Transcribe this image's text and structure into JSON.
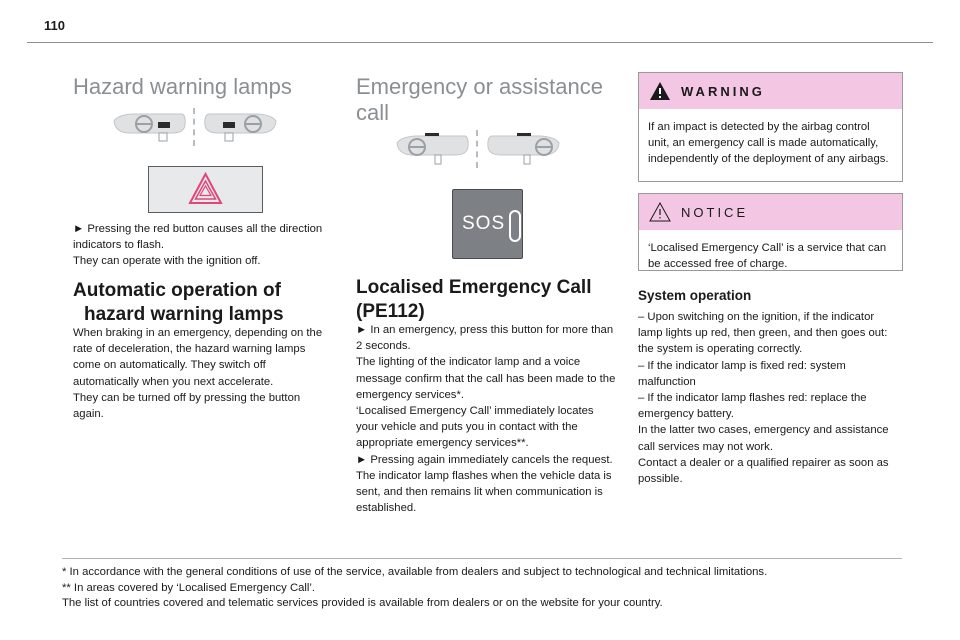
{
  "page": {
    "number": "110"
  },
  "hazard": {
    "title": "Hazard warning lamps",
    "body": [
      "► Pressing the red button causes all the direction indicators to flash.",
      "They can operate with the ignition off."
    ],
    "auto_title_1": "Automatic operation of",
    "auto_title_2": "hazard warning lamps",
    "auto_body": [
      "When braking in an emergency, depending on the rate of deceleration, the hazard warning lamps come on automatically. They switch off automatically when you next accelerate.",
      "They can be turned off by pressing the button again."
    ]
  },
  "emergency": {
    "title_1": "Emergency or assistance",
    "title_2": "call",
    "sos_label": "SOS",
    "local_title_1": "Localised Emergency Call",
    "local_title_2": "(PE112)",
    "body": [
      "► In an emergency, press this button for more than 2 seconds.",
      "The lighting of the indicator lamp and a voice message confirm that the call has been made to the emergency services*.",
      "‘Localised Emergency Call’ immediately locates your vehicle and puts you in contact with the appropriate emergency services**.",
      "► Pressing again immediately cancels the request.",
      "The indicator lamp flashes when the vehicle data is sent, and then remains lit when communication is established."
    ]
  },
  "warning": {
    "label": "WARNING",
    "body": "If an impact is detected by the airbag control unit, an emergency call is made automatically, independently of the deployment of any airbags."
  },
  "notice": {
    "label": "NOTICE",
    "body": "‘Localised Emergency Call’ is a service that can be accessed free of charge."
  },
  "system": {
    "title": "System operation",
    "body": [
      "– Upon switching on the ignition, if the indicator lamp lights up red, then green, and then goes out: the system is operating correctly.",
      "– If the indicator lamp is fixed red: system malfunction",
      "– If the indicator lamp flashes red: replace the emergency battery.",
      "In the latter two cases, emergency and assistance call services may not work.",
      "Contact a dealer or a qualified repairer as soon as possible."
    ]
  },
  "footnotes": [
    "* In accordance with the general conditions of use of the service, available from dealers and subject to technological and technical limitations.",
    "** In areas covered by ‘Localised Emergency Call’.",
    "The list of countries covered and telematic services provided is available from dealers or on the website for your country."
  ],
  "colors": {
    "heading_grey": "#8a8f94",
    "callout_pink": "#f3c6e4",
    "hazard_red": "#e0457b"
  }
}
